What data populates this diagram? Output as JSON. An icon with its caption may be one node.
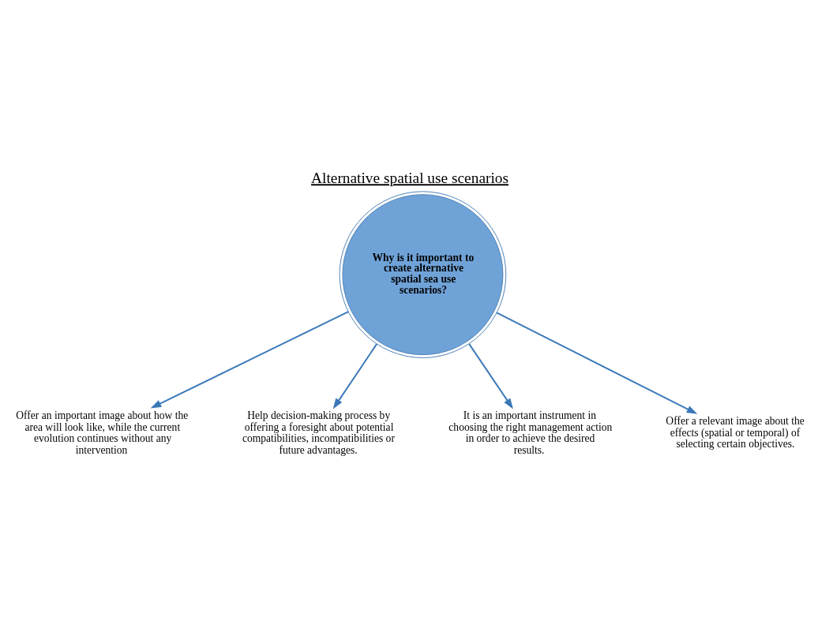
{
  "diagram": {
    "title": "Alternative spatial use scenarios",
    "nodes": [
      {
        "text": [
          "Why is it important to create alternative spatial sea use scenarios?"
        ]
      },
      {
        "text": [
          "Offer an important image about how the area will look like, while the current evolution continues without any intervention"
        ]
      },
      {
        "text": [
          "Help decision-making process by offering a foresight about potential compatibilities, incompatibilities or future advantages."
        ]
      },
      {
        "text": [
          "It is an important instrument in choosing the right management action in order to achieve the desired results."
        ]
      },
      {
        "text": [
          "Offer a relevant image about the effects (spatial or temporal) of selecting certain objectives."
        ]
      }
    ],
    "edges": [
      {
        "from": 0,
        "to": 1,
        "arrow": "to"
      },
      {
        "from": 0,
        "to": 2,
        "arrow": "to"
      },
      {
        "from": 0,
        "to": 3,
        "arrow": "to"
      },
      {
        "from": 0,
        "to": 4,
        "arrow": "to"
      }
    ]
  }
}
